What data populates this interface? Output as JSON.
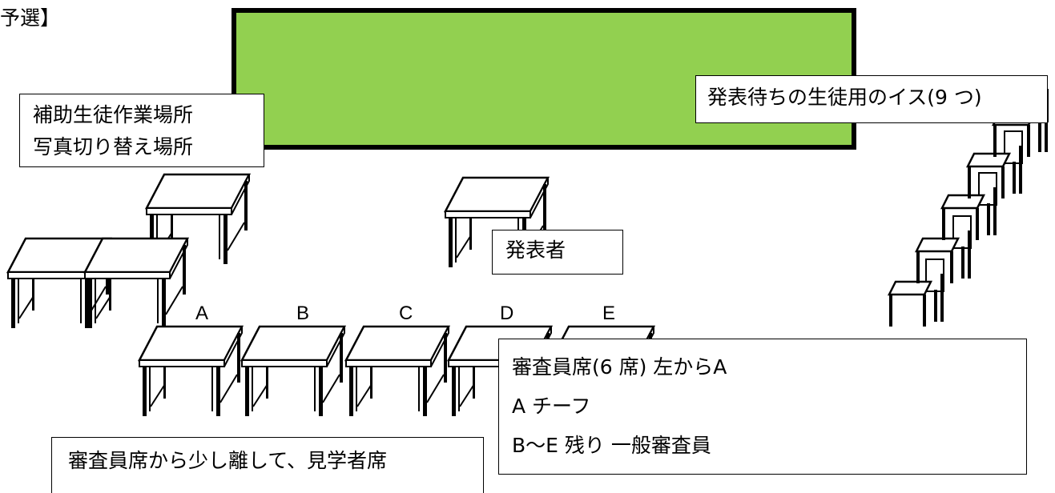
{
  "header_fragment": "予選】",
  "waiting_chairs_label": "発表待ちの生徒用のイス(9 つ)",
  "assistant_box": {
    "line1": "補助生徒作業場所",
    "line2": "写真切り替え場所"
  },
  "presenter_label": "発表者",
  "judge_letters": [
    "A",
    "B",
    "C",
    "D",
    "E"
  ],
  "judges_box": {
    "line1": "審査員席(6 席)  左からA",
    "line2": "A  チーフ",
    "line3": "B〜E  残り  一般審査員"
  },
  "audience_label": "審査員席から少し離して、見学者席",
  "colors": {
    "stage_fill": "#92d050",
    "stroke": "#000000",
    "background": "#ffffff"
  }
}
